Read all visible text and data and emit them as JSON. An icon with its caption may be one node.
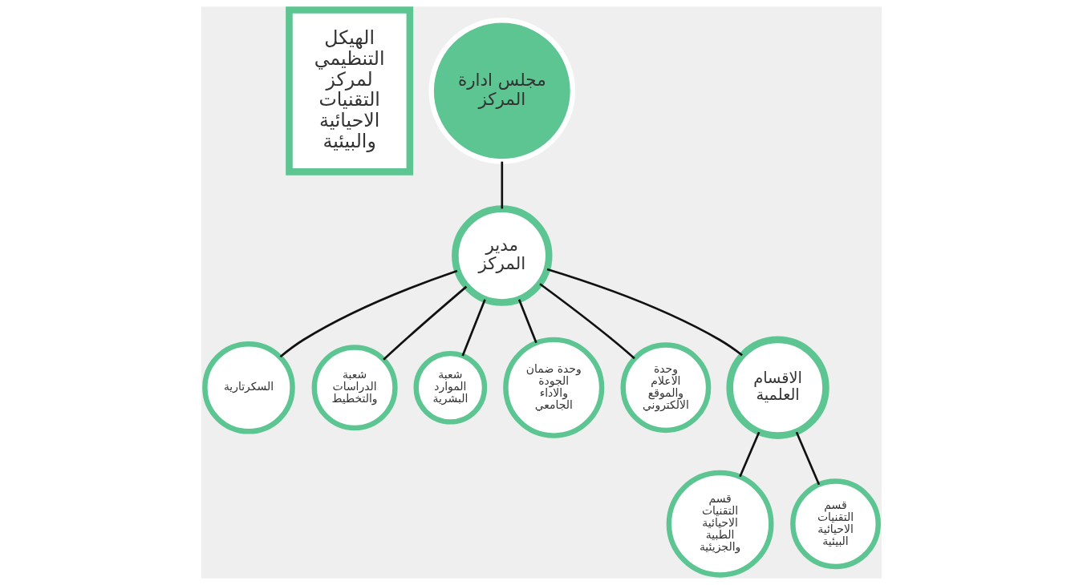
{
  "diagram": {
    "nodes": [
      {
        "text": [
          "الهيكل التنظيمي لمركز التقنيات الاحيائية والبيئية"
        ]
      },
      {
        "text": [
          "مجلس ادارة المركز"
        ]
      },
      {
        "text": [
          "السكرتارية"
        ]
      },
      {
        "text": [
          "مدير المركز"
        ]
      },
      {
        "text": [
          "شعبة الدراسات والتخطيط"
        ]
      },
      {
        "text": [
          "شعبة الموارد البشرية"
        ]
      },
      {
        "text": [
          "وحدة ضمان الجودة والاداء الجامعي"
        ]
      },
      {
        "text": [
          "وحدة الاعلام والموقع الالكتروني"
        ]
      },
      {
        "text": [
          "الاقسام العلمية"
        ]
      },
      {
        "text": [
          "قسم التقنيات الاحيائية الطبية والجزيئية"
        ]
      },
      {
        "text": [
          "قسم التقنيات الاحيائية البيئية"
        ]
      }
    ],
    "edges": [
      {
        "from": 1,
        "to": 3,
        "arrow": "none"
      },
      {
        "from": 3,
        "to": 2,
        "arrow": "none"
      },
      {
        "from": 3,
        "to": 4,
        "arrow": "none"
      },
      {
        "from": 3,
        "to": 5,
        "arrow": "none"
      },
      {
        "from": 3,
        "to": 6,
        "arrow": "none"
      },
      {
        "from": 3,
        "to": 7,
        "arrow": "none"
      },
      {
        "from": 3,
        "to": 8,
        "arrow": "none"
      },
      {
        "from": 8,
        "to": 9,
        "arrow": "none"
      },
      {
        "from": 8,
        "to": 10,
        "arrow": "none"
      }
    ]
  }
}
